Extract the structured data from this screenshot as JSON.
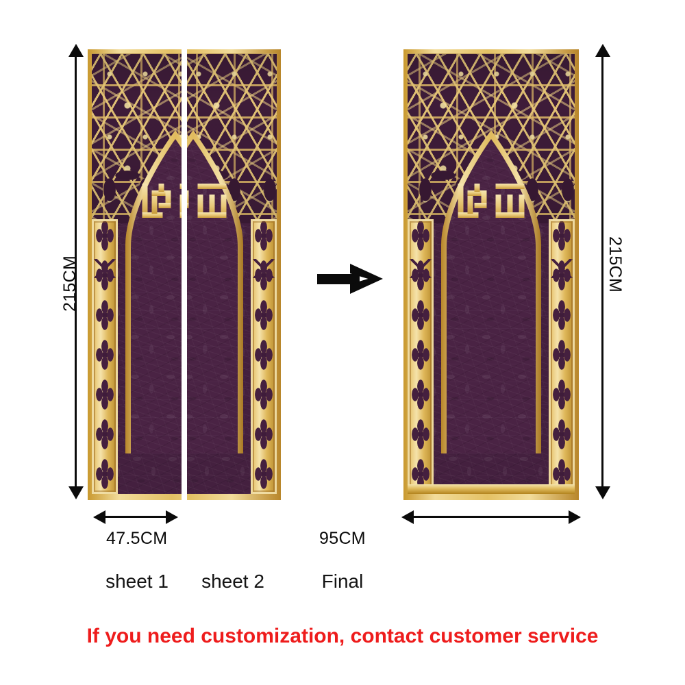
{
  "page": {
    "background_color": "#ffffff",
    "note": "If you need customization, contact customer service",
    "note_color": "#ee1c1c"
  },
  "product": {
    "type": "islamic-arch-door-sticker",
    "colors": {
      "purple": "#4a2344",
      "purple_dark": "#3e1c39",
      "gold_light": "#f4e3ab",
      "gold": "#e8c877",
      "gold_dark": "#b3841f",
      "black": "#0b0b0b"
    },
    "motifs": {
      "top": "girih-star-lattice",
      "center": "pointed-ogee-arch",
      "sides": "rosette-interlace-border",
      "calligraphy": "square-kufic"
    }
  },
  "left_group": {
    "height_label": "215CM",
    "width_label": "47.5CM",
    "sheets": [
      {
        "caption": "sheet 1"
      },
      {
        "caption": "sheet 2"
      }
    ]
  },
  "transition": {
    "icon": "arrow-right-icon"
  },
  "right_group": {
    "height_label": "215CM",
    "width_label": "95CM",
    "caption": "Final"
  }
}
